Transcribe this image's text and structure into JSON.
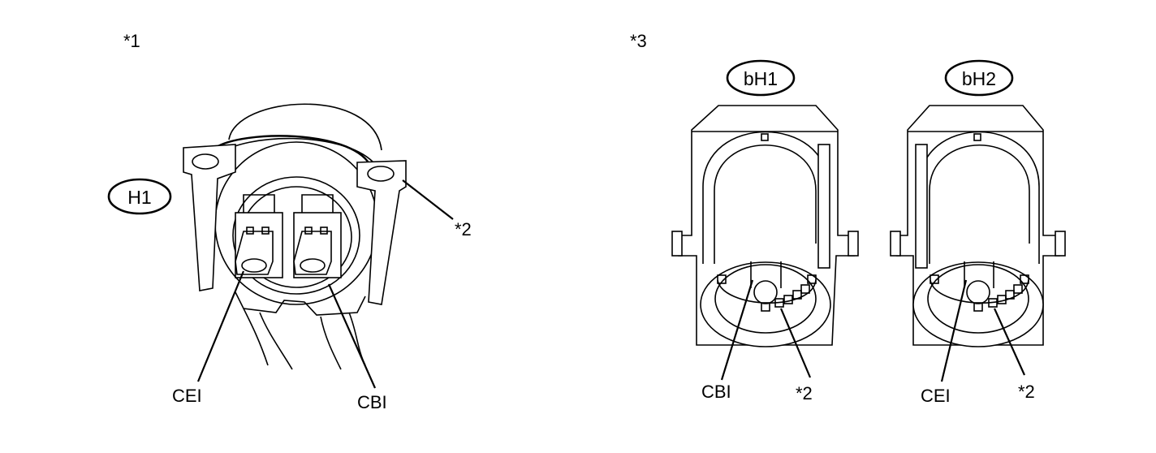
{
  "labels": {
    "ref1": "*1",
    "ref2_left": "*2",
    "ref3": "*3",
    "ref2_mid": "*2",
    "ref2_right": "*2"
  },
  "connectors": {
    "h1": "H1",
    "bh1": "bH1",
    "bh2": "bH2"
  },
  "terminals": {
    "left_a": "CEI",
    "left_b": "CBI",
    "mid": "CBI",
    "right": "CEI"
  }
}
